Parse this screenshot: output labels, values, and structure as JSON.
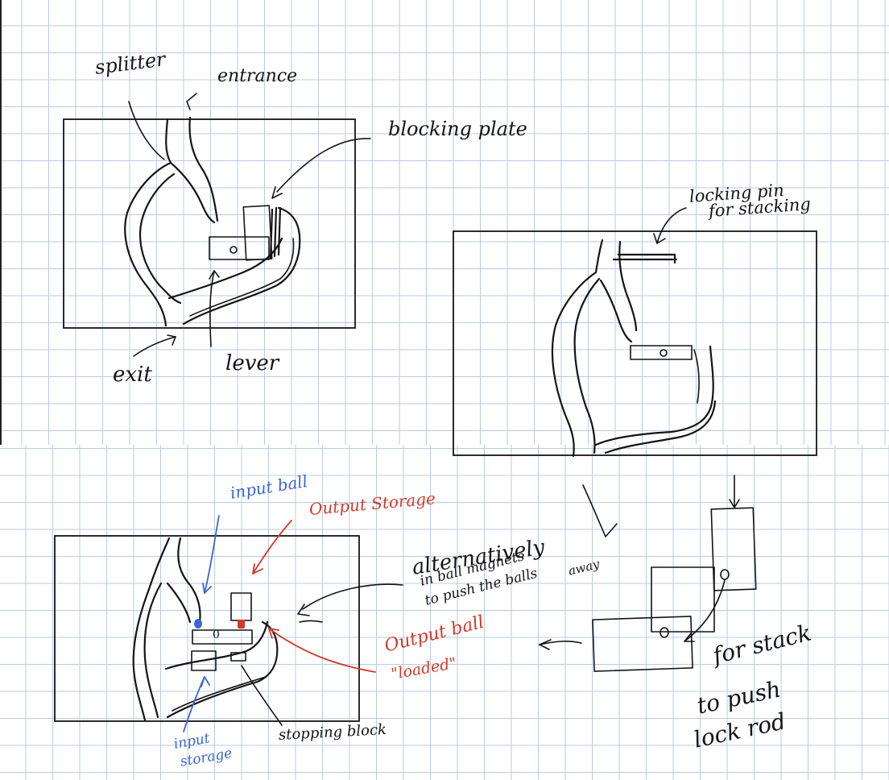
{
  "labels": {
    "splitter": "splitter",
    "entrance": "entrance",
    "blocking_plate": "blocking plate",
    "exit": "exit",
    "lever": "lever",
    "locking_pin_line1": "locking pin",
    "locking_pin_line2": "for stacking",
    "input_ball": "input ball",
    "output_storage": "Output Storage",
    "alt_line1": "alternatively",
    "alt_line2": "in ball magnets",
    "alt_line3": "to push the balls",
    "alt_line4": "away",
    "output_ball_line1": "Output ball",
    "output_ball_line2": "\"loaded\"",
    "input_storage_line1": "input",
    "input_storage_line2": "storage",
    "stopping_block": "stopping block",
    "for_stack": "for stack",
    "to_push_line1": "to push",
    "to_push_line2": "lock rod",
    "zero_bottom": "0"
  },
  "colors": {
    "ink": "#141414",
    "blue_ink": "#3a66d6",
    "red_ink": "#d03a2a",
    "grid": "#b9cbe3"
  }
}
